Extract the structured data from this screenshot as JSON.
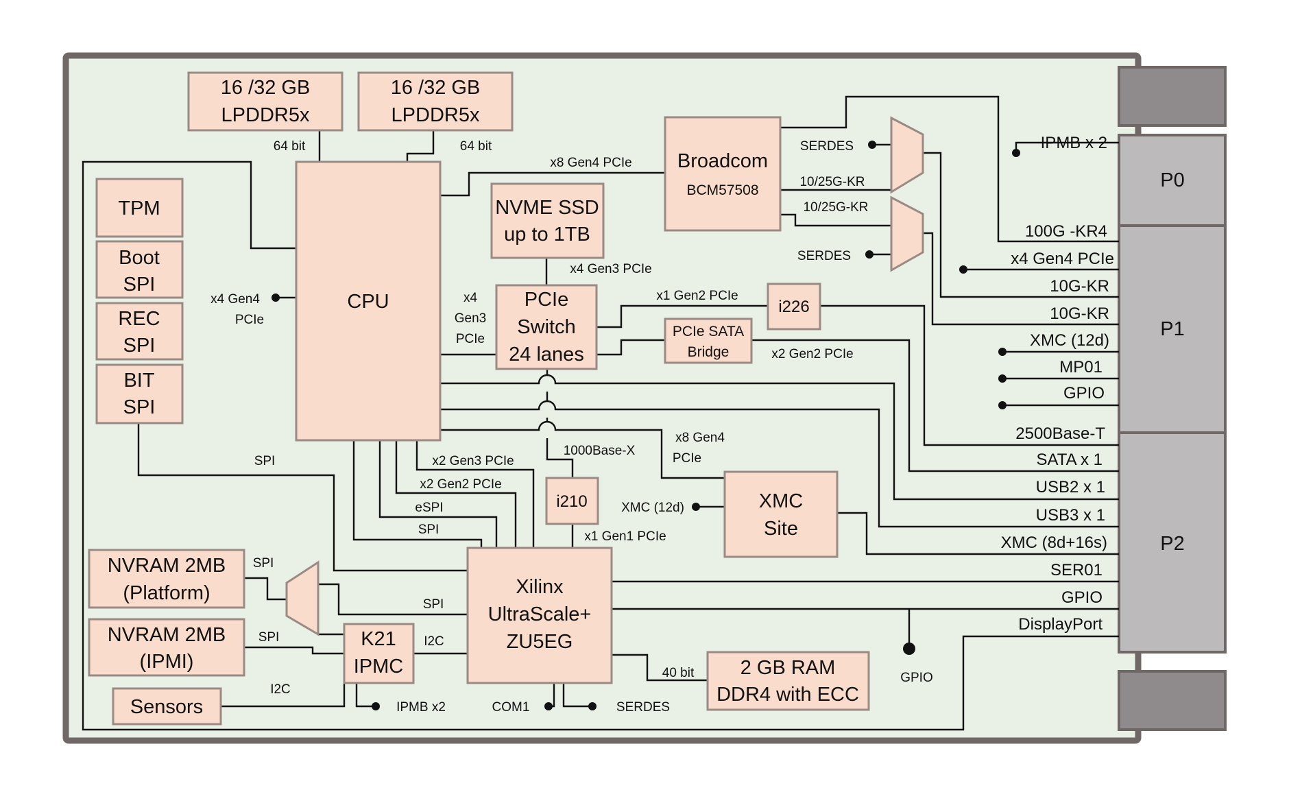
{
  "colors": {
    "board_fill": "#e9f0e6",
    "board_border": "#6f6866",
    "block_fill": "#f9dccb",
    "block_border": "#9a8a84",
    "connector_fill": "#bdbabb",
    "connector_dark": "#8f8b8c"
  },
  "connectors": {
    "p0": "P0",
    "p1": "P1",
    "p2": "P2"
  },
  "blocks": {
    "mem1": [
      "16 /32 GB",
      "LPDDR5x"
    ],
    "mem2": [
      "16 /32 GB",
      "LPDDR5x"
    ],
    "tpm": [
      "TPM"
    ],
    "boot_spi": [
      "Boot",
      "SPI"
    ],
    "rec_spi": [
      "REC",
      "SPI"
    ],
    "bit_spi": [
      "BIT",
      "SPI"
    ],
    "cpu": [
      "CPU"
    ],
    "nvme": [
      "NVME SSD",
      "up to 1TB"
    ],
    "pcie_switch": [
      "PCIe",
      "Switch",
      "24 lanes"
    ],
    "broadcom": [
      "Broadcom",
      "BCM57508"
    ],
    "i226": [
      "i226"
    ],
    "sata_bridge": [
      "PCIe SATA",
      "Bridge"
    ],
    "i210": [
      "i210"
    ],
    "xmc_site": [
      "XMC",
      "Site"
    ],
    "xilinx": [
      "Xilinx",
      "UltraScale+",
      "ZU5EG"
    ],
    "nvram_platform": [
      "NVRAM 2MB",
      "(Platform)"
    ],
    "nvram_ipmi": [
      "NVRAM 2MB",
      "(IPMI)"
    ],
    "k21": [
      "K21",
      "IPMC"
    ],
    "sensors": [
      "Sensors"
    ],
    "ram": [
      "2 GB RAM",
      "DDR4 with ECC"
    ]
  },
  "labels": {
    "bit64_a": "64 bit",
    "bit64_b": "64 bit",
    "x8_gen4_pcie": "x8 Gen4 PCIe",
    "serdes_top": "SERDES",
    "kr_25g_a": "10/25G-KR",
    "kr_25g_b": "10/25G-KR",
    "serdes_mid": "SERDES",
    "x4_gen4_pcie_left": [
      "x4 Gen4",
      "PCIe"
    ],
    "x4_gen3_pcie_nvme": "x4 Gen3 PCIe",
    "x4_gen3_pcie_cpu": [
      "x4",
      "Gen3",
      "PCIe"
    ],
    "x1_gen2_pcie": "x1 Gen2 PCIe",
    "x2_gen2_pcie_sata": "x2 Gen2 PCIe",
    "spi_bit": "SPI",
    "x2_gen3_pcie": "x2 Gen3 PCIe",
    "x2_gen2_pcie": "x2 Gen2 PCIe",
    "espi": "eSPI",
    "spi_cpu": "SPI",
    "base_1000x": "1000Base-X",
    "x8_gen4_xmc": [
      "x8 Gen4",
      "PCIe"
    ],
    "xmc_12d_left": "XMC (12d)",
    "x1_gen1_pcie": "x1 Gen1 PCIe",
    "spi_nvram_a": "SPI",
    "spi_nvram_b": "SPI",
    "spi_xilinx": "SPI",
    "i2c_k21": "I2C",
    "i2c_sensors": "I2C",
    "ipmb_x2_bottom": "IPMB x2",
    "com1": "COM1",
    "serdes_bottom": "SERDES",
    "bit40": "40 bit",
    "gpio_bottom": "GPIO"
  },
  "io_signals": {
    "ipmb_x2": "IPMB x 2",
    "kr4_100g": "100G -KR4",
    "x4_gen4_pcie": "x4 Gen4 PCIe",
    "kr_10g_a": "10G-KR",
    "kr_10g_b": "10G-KR",
    "xmc_12d": "XMC (12d)",
    "mp01": "MP01",
    "gpio_a": "GPIO",
    "base_2500t": "2500Base-T",
    "sata_x1": "SATA x 1",
    "usb2_x1": "USB2 x 1",
    "usb3_x1": "USB3 x 1",
    "xmc_8d16s": "XMC (8d+16s)",
    "ser01": "SER01",
    "gpio_b": "GPIO",
    "displayport": "DisplayPort"
  }
}
